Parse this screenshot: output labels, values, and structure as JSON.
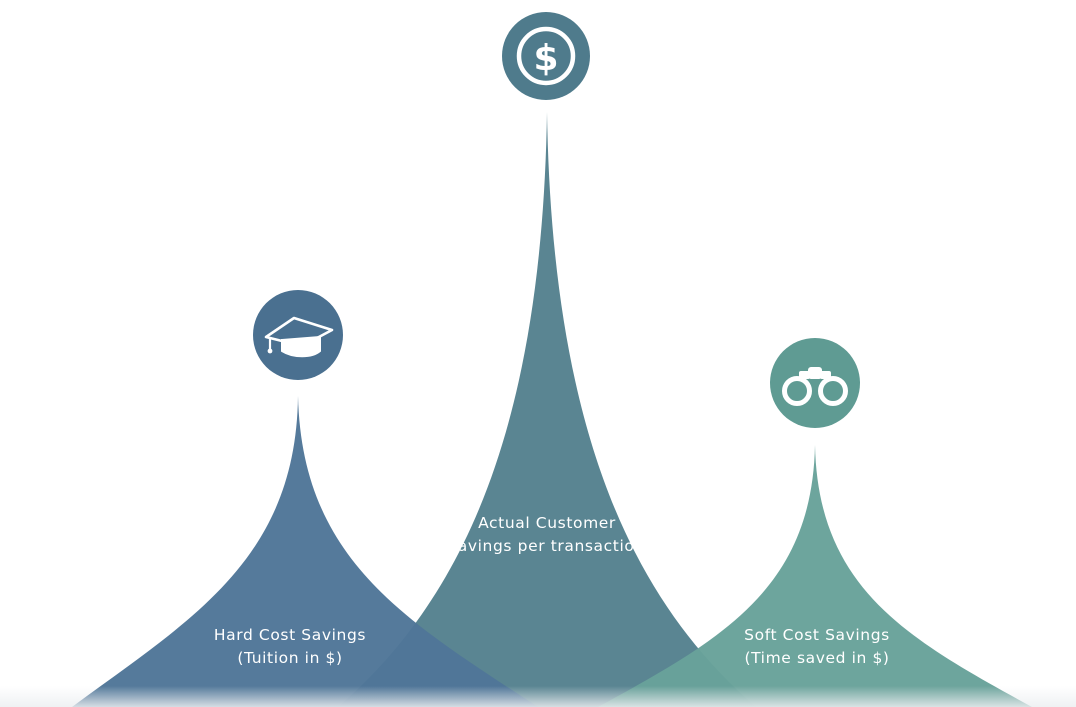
{
  "colors": {
    "hard": "#4f7698",
    "actual": "#5a8592",
    "soft": "#68a29a",
    "icon_hard": "#4a7090",
    "icon_actual": "#4f7b8c",
    "icon_soft": "#5f9b93",
    "text": "#ffffff"
  },
  "peaks": {
    "hard": {
      "icon": "graduation-cap-icon",
      "label_line1": "Hard Cost Savings",
      "label_line2": "(Tuition in $)"
    },
    "actual": {
      "icon": "dollar-sign-icon",
      "label_line1": "Actual Customer",
      "label_line2": "savings per transaction"
    },
    "soft": {
      "icon": "binoculars-icon",
      "label_line1": "Soft Cost Savings",
      "label_line2": "(Time saved in $)"
    }
  }
}
